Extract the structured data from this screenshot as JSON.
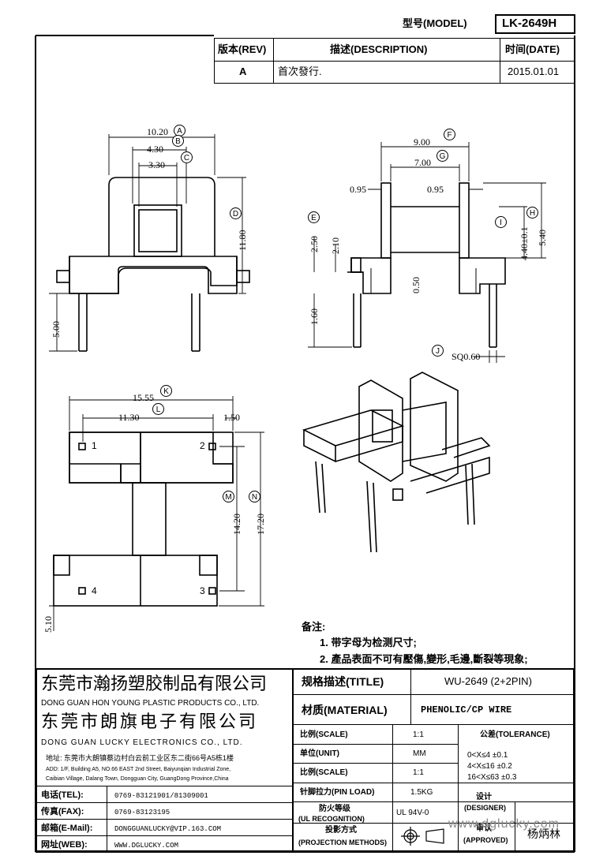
{
  "header": {
    "model_label": "型号(MODEL)",
    "model_value": "LK-2649H",
    "rev_header": "版本(REV)",
    "desc_header": "描述(DESCRIPTION)",
    "date_header": "时间(DATE)",
    "rev_value": "A",
    "desc_value": "首次發行.",
    "date_value": "2015.01.01"
  },
  "dimensions": {
    "A": "10.20",
    "B": "4.30",
    "C": "3.30",
    "D": "11.80",
    "pin_len": "5.00",
    "F": "9.00",
    "G": "7.00",
    "left_095": "0.95",
    "right_095": "0.95",
    "E_250": "2.50",
    "E_210": "2.10",
    "d_050": "0.50",
    "d_160": "1.60",
    "I": "4.40±0.1",
    "H": "5.40",
    "J": "SQ0.60",
    "K": "15.55",
    "L": "11.30",
    "d_150": "1.50",
    "M": "14.20",
    "N": "17.20",
    "d_510": "5.10"
  },
  "markers": {
    "A": "A",
    "B": "B",
    "C": "C",
    "D": "D",
    "E": "E",
    "F": "F",
    "G": "G",
    "H": "H",
    "I": "I",
    "J": "J",
    "K": "K",
    "L": "L",
    "M": "M",
    "N": "N"
  },
  "pins": {
    "p1": "1",
    "p2": "2",
    "p3": "3",
    "p4": "4"
  },
  "notes": {
    "title": "备注:",
    "line1": "1. 带字母为检测尺寸;",
    "line2": "2. 產品表面不可有壓傷,變形,毛邊,斷裂等現象;"
  },
  "company": {
    "name1_cn": "东莞市瀚扬塑胶制品有限公司",
    "name1_en": "DONG GUAN HON YOUNG PLASTIC PRODUCTS CO., LTD.",
    "name2_cn": "东莞市朗旗电子有限公司",
    "name2_en": "DONG GUAN LUCKY ELECTRONICS CO., LTD.",
    "addr_cn": "地址: 东莞市大朗镇蔡边村白云前工业区东二街66号A5栋1楼",
    "addr_en1": "ADD: 1/F, Building A5, NO.66 EAST 2nd Street, Baiyunqian Industrial Zone,",
    "addr_en2": "Caibian Village, Dalang Town, Dongguan City, GuangDong Province,China"
  },
  "contact": {
    "tel_label": "电话(TEL):",
    "tel_value": "0769-83121901/81309001",
    "fax_label": "传真(FAX):",
    "fax_value": "0769-83123195",
    "mail_label": "邮箱(E-Mail):",
    "mail_value": "DONGGUANLUCKY@VIP.163.COM",
    "web_label": "网址(WEB):",
    "web_value": "WWW.DGLUCKY.COM"
  },
  "spec": {
    "title_label": "规格描述(TITLE)",
    "title_value": "WU-2649 (2+2PIN)",
    "material_label": "材质(MATERIAL)",
    "material_value": "PHENOLIC/CP WIRE",
    "scale_label": "比例(SCALE)",
    "scale_value": "1:1",
    "tolerance_label": "公差(TOLERANCE)",
    "unit_label": "单位(UNIT)",
    "unit_value": "MM",
    "tol1": "0<X≤4    ±0.1",
    "tol2": "4<X≤16   ±0.2",
    "tol3": "16<X≤63  ±0.3",
    "scale2_label": "比例(SCALE)",
    "scale2_value": "1:1",
    "pin_load_label": "针脚拉力(PIN LOAD)",
    "pin_load_value": "1.5KG",
    "designer_label": "设计",
    "designer_label_en": "(DESIGNER)",
    "fire_label": "防火等级",
    "fire_label_en": "(UL RECOGNITION)",
    "fire_value": "UL 94V-0",
    "approved_label": "审认",
    "approved_label_en": "(APPROVED)",
    "approved_value": "杨炳林",
    "projection_label": "投影方式",
    "projection_label_en": "(PROJECTION METHODS)",
    "watermark": "www.dglucky.com"
  }
}
